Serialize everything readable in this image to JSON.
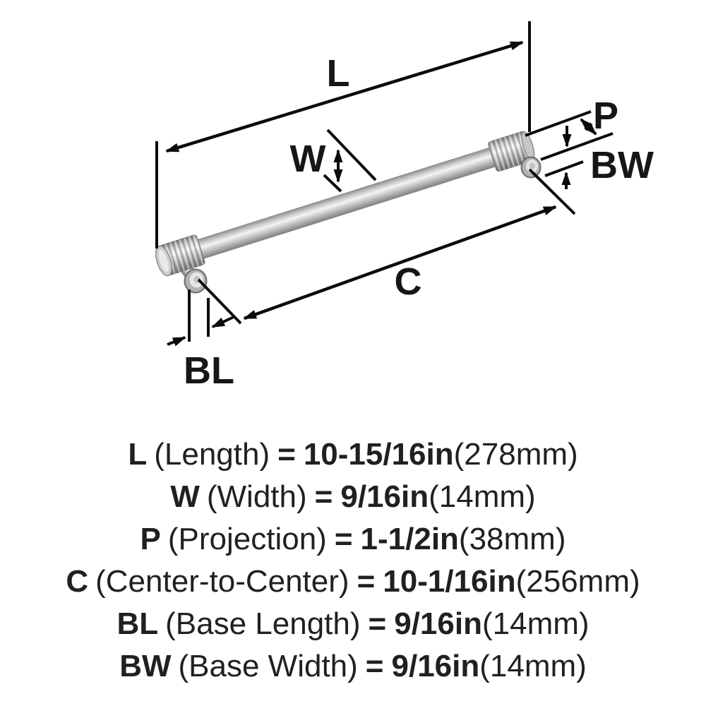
{
  "diagram": {
    "labels": {
      "length": "L",
      "width": "W",
      "projection": "P",
      "base_width": "BW",
      "center_to_center": "C",
      "base_length": "BL"
    },
    "colors": {
      "line": "#0b0b0b",
      "label_text": "#161616",
      "metal_light": "#f4f4f4",
      "metal_mid": "#c3c3c3",
      "metal_dark": "#858585"
    }
  },
  "specs": {
    "rows": [
      {
        "code": "L",
        "name": "(Length)",
        "eq": "=",
        "inch": "10-15/16in",
        "mm": "(278mm)"
      },
      {
        "code": "W",
        "name": "(Width)",
        "eq": "=",
        "inch": "9/16in",
        "mm": "(14mm)"
      },
      {
        "code": "P",
        "name": "(Projection)",
        "eq": "=",
        "inch": "1-1/2in",
        "mm": "(38mm)"
      },
      {
        "code": "C",
        "name": "(Center-to-Center)",
        "eq": "=",
        "inch": "10-1/16in",
        "mm": "(256mm)"
      },
      {
        "code": "BL",
        "name": "(Base Length)",
        "eq": "=",
        "inch": "9/16in",
        "mm": "(14mm)"
      },
      {
        "code": "BW",
        "name": "(Base Width)",
        "eq": "=",
        "inch": "9/16in",
        "mm": "(14mm)"
      }
    ]
  }
}
